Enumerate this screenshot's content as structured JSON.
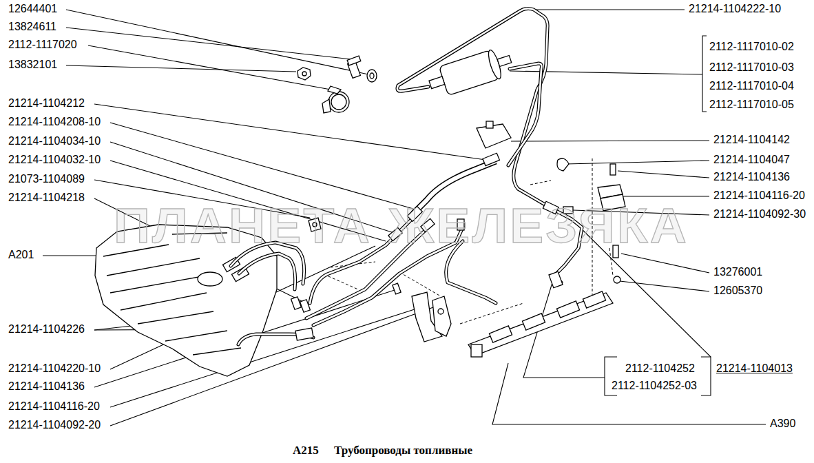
{
  "diagram": {
    "caption": "Трубопроводы топливные",
    "labels": [
      "12644401",
      "13824611",
      "2112-1117020",
      "13832101",
      "21214-1104212",
      "21214-1104208-10",
      "21214-1104034-10",
      "21214-1104032-10",
      "21073-1104089",
      "21214-1104218",
      "A201",
      "21214-1104226",
      "21214-1104220-10",
      "21214-1104136",
      "21214-1104116-20",
      "21214-1104092-20",
      "21214-1104222-10",
      "2112-1117010-02",
      "2112-1117010-03",
      "2112-1117010-04",
      "2112-1117010-05",
      "21214-1104142",
      "21214-1104047",
      "21214-1104136",
      "21214-1104116-20",
      "21214-1104092-30",
      "13276001",
      "12605370",
      "2112-1104252",
      "2112-1104252-03",
      "21214-1104013",
      "A390",
      "A215",
      "ПЛАНЕТА ЖЕЛЕЗЯКА"
    ]
  }
}
